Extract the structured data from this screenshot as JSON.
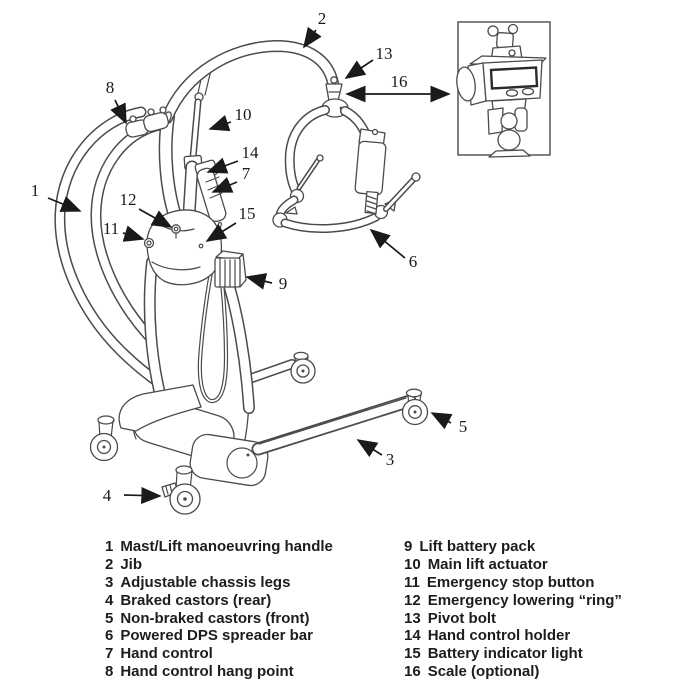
{
  "colors": {
    "line": "#4e4a47",
    "text": "#1a1a1a",
    "background": "#ffffff"
  },
  "callouts": {
    "c1": "1",
    "c2": "2",
    "c3": "3",
    "c4": "4",
    "c5": "5",
    "c6": "6",
    "c7": "7",
    "c8": "8",
    "c9": "9",
    "c10": "10",
    "c11": "11",
    "c12": "12",
    "c13": "13",
    "c14": "14",
    "c15": "15",
    "c16": "16"
  },
  "legend": {
    "left": [
      {
        "num": "1",
        "label": "Mast/Lift manoeuvring handle"
      },
      {
        "num": "2",
        "label": "Jib"
      },
      {
        "num": "3",
        "label": "Adjustable chassis legs"
      },
      {
        "num": "4",
        "label": "Braked castors (rear)"
      },
      {
        "num": "5",
        "label": "Non-braked castors (front)"
      },
      {
        "num": "6",
        "label": "Powered DPS spreader bar"
      },
      {
        "num": "7",
        "label": "Hand control"
      },
      {
        "num": "8",
        "label": "Hand control hang point"
      }
    ],
    "right": [
      {
        "num": "9",
        "label": "Lift battery pack"
      },
      {
        "num": "10",
        "label": "Main lift actuator"
      },
      {
        "num": "11",
        "label": "Emergency stop button"
      },
      {
        "num": "12",
        "label": "Emergency lowering “ring”"
      },
      {
        "num": "13",
        "label": "Pivot bolt"
      },
      {
        "num": "14",
        "label": "Hand control holder"
      },
      {
        "num": "15",
        "label": "Battery indicator light"
      },
      {
        "num": "16",
        "label": "Scale (optional)"
      }
    ]
  }
}
